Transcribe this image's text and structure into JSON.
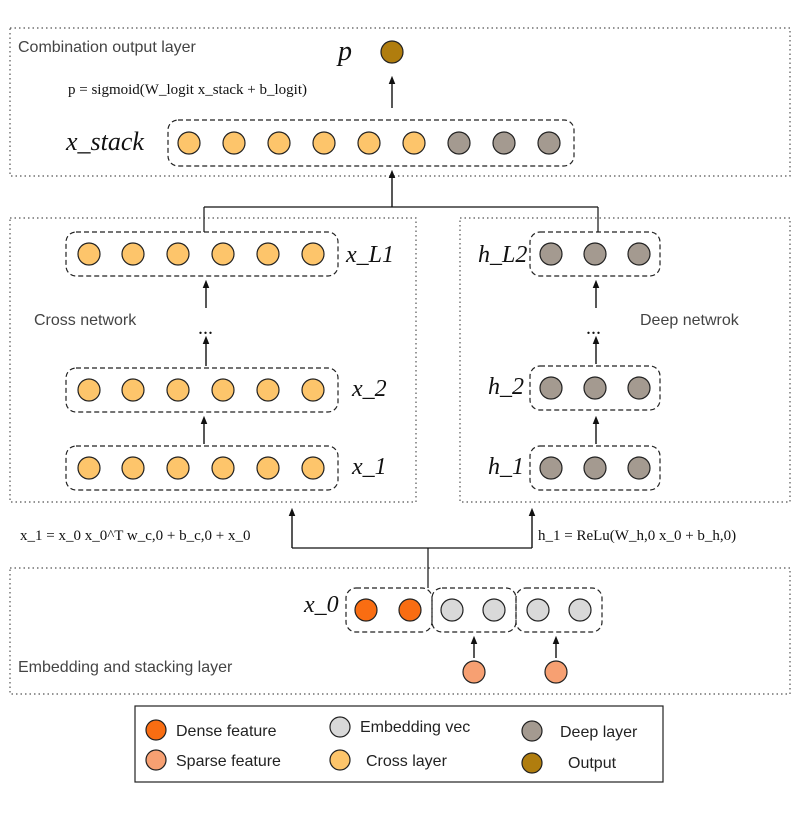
{
  "colors": {
    "dense": "#f96d12",
    "sparse": "#f7a072",
    "embedding": "#d9d9d9",
    "cross": "#fdc56b",
    "deep": "#a49a90",
    "output": "#b07d0e",
    "stroke": "#222222"
  },
  "layers": {
    "combination": "Combination output layer",
    "cross": "Cross network",
    "deep": "Deep netwrok",
    "embedding": "Embedding and stacking layer"
  },
  "labels": {
    "p": "p",
    "p_formula": "p = sigmoid(W_logit x_stack + b_logit)",
    "x_stack": "x_stack",
    "x_L1": "x_L1",
    "x2": "x_2",
    "x1": "x_1",
    "h_L2": "h_L2",
    "h2": "h_2",
    "h1": "h_1",
    "x0": "x_0",
    "ellipsis": "...",
    "cross_formula": "x_1 = x_0 x_0^T w_c,0 + b_c,0 + x_0",
    "deep_formula": "h_1 = ReLu(W_h,0 x_0 + b_h,0)"
  },
  "legend": {
    "dense": "Dense feature",
    "embedding": "Embedding vec",
    "deep": "Deep layer",
    "sparse": "Sparse feature",
    "cross": "Cross layer",
    "output": "Output"
  }
}
